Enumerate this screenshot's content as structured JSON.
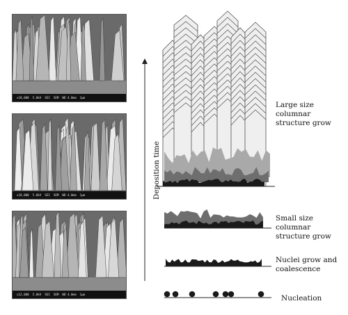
{
  "axis": {
    "label": "Deposition time"
  },
  "stages": {
    "nucleation": "Nucleation",
    "coalescence": {
      "line1": "Nuclei grow and",
      "line2": "coalescence"
    },
    "small_columnar": {
      "line1": "Small size columnar",
      "line2": "structure grow"
    },
    "large_columnar": {
      "line1": "Large size columnar",
      "line2": "structure grow"
    }
  },
  "micrographs": {
    "top": [
      "x18,000",
      "5.0kV",
      "SEI",
      "SEM",
      "WD 4.0mm",
      "1µm"
    ],
    "middle": [
      "x18,000",
      "5.0kV",
      "SEI",
      "SEM",
      "WD 4.0mm",
      "1µm"
    ],
    "bottom": [
      "x12,000",
      "5.0kV",
      "SEI",
      "SEM",
      "WD 4.0mm",
      "1µm"
    ]
  },
  "colors": {
    "dark": "#1a1a1a",
    "medium": "#6e6e6e",
    "light": "#a9a9a9",
    "outline": "#505050",
    "fill": "#efefef"
  }
}
